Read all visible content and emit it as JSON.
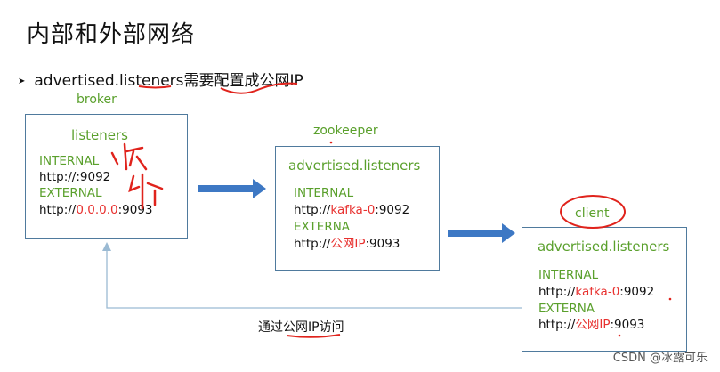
{
  "title": "内部和外部网络",
  "subtitle": {
    "prefix": "advertised.",
    "keyword": "listeners",
    "middle": "需要配",
    "emph": "置成公网IP"
  },
  "broker": {
    "label": "broker",
    "heading": "listeners",
    "internal_label": "INTERNAL",
    "internal_url": "http://:9092",
    "external_label": "EXTERNAL",
    "external_prefix": "http://",
    "external_host": "0.0.0.0",
    "external_port": ":9093"
  },
  "zookeeper": {
    "label": "zookeeper",
    "heading": "advertised.listeners",
    "internal_label": "INTERNAL",
    "internal_prefix": "http://",
    "internal_host": "kafka-0",
    "internal_port": ":9092",
    "external_label": "EXTERNA",
    "external_prefix": "http://",
    "external_host": "公网IP",
    "external_port": ":9093"
  },
  "client": {
    "label": "client",
    "heading": "advertised.listeners",
    "internal_label": "INTERNAL",
    "internal_prefix": "http://",
    "internal_host": "kafka-0",
    "internal_port": ":9092",
    "external_label": "EXTERNA",
    "external_prefix": "http://",
    "external_host": "公网IP",
    "external_port": ":9093"
  },
  "feedback": {
    "pre": "通过",
    "emph": "公网IP",
    "post": "访问"
  },
  "watermark": "CSDN @冰露可乐",
  "colors": {
    "green": "#5aa02c",
    "red": "#e8312f",
    "box_border": "#4f7a9d",
    "arrow": "#3d78c4",
    "return_line": "#9bbad3"
  }
}
